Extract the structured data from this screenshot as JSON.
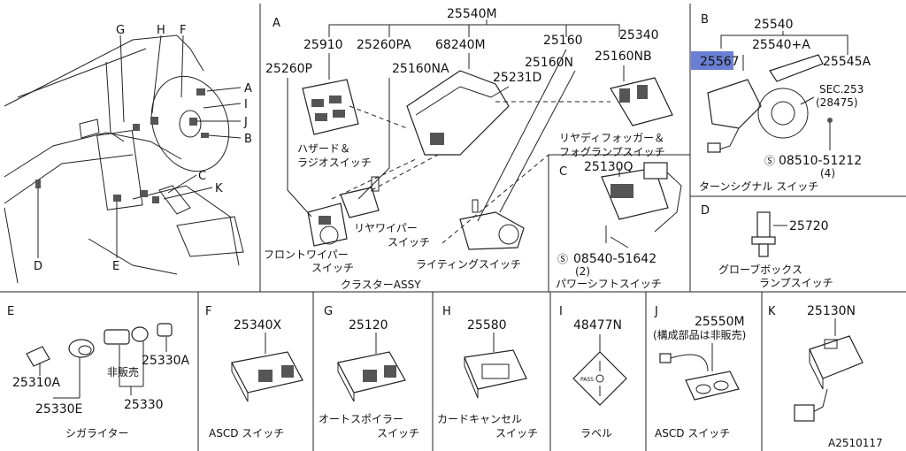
{
  "doc": {
    "drawing_id": "A2510117"
  },
  "overview": {
    "callouts": [
      "G",
      "H",
      "F",
      "A",
      "I",
      "J",
      "B",
      "C",
      "K",
      "D",
      "E"
    ]
  },
  "panel_a": {
    "letter": "A",
    "assy": "25540M",
    "parts": [
      "25910",
      "25260PA",
      "68240M",
      "25160",
      "25340",
      "25260P",
      "25160NA",
      "25231D",
      "25160N",
      "25160NB"
    ],
    "cap_hazard_1": "ハザード＆",
    "cap_hazard_2": "ラジオスイッチ",
    "cap_rear_wiper_1": "リヤワイパー",
    "cap_rear_wiper_2": "スイッチ",
    "cap_defogger_1": "リヤディフォッガー＆",
    "cap_defogger_2": "フォグランプスイッチ",
    "cap_front_wiper_1": "フロントワイパー",
    "cap_front_wiper_2": "スイッチ",
    "cap_lighting": "ライティングスイッチ",
    "cap_cluster": "クラスターASSY"
  },
  "panel_b": {
    "letter": "B",
    "parts": [
      "25540",
      "25540+A",
      "25567",
      "25545A"
    ],
    "sec_1": "SEC.253",
    "sec_2": "(28475)",
    "screw": "08510-51212",
    "screw_qty": "(4)",
    "caption": "ターンシグナル スイッチ"
  },
  "panel_c": {
    "letter": "C",
    "part": "25130Q",
    "screw": "08540-51642",
    "screw_qty": "(2)",
    "caption": "パワーシフトスイッチ"
  },
  "panel_d": {
    "letter": "D",
    "part": "25720",
    "caption_1": "グローブボックス",
    "caption_2": "ランプスイッチ"
  },
  "panel_e": {
    "letter": "E",
    "parts": [
      "25310A",
      "25330E",
      "25330A",
      "25330"
    ],
    "not_sold": "非販売",
    "caption": "シガライター"
  },
  "panel_f": {
    "letter": "F",
    "part": "25340X",
    "caption": "ASCD スイッチ"
  },
  "panel_g": {
    "letter": "G",
    "part": "25120",
    "caption_1": "オートスポイラー",
    "caption_2": "スイッチ"
  },
  "panel_h": {
    "letter": "H",
    "part": "25580",
    "caption_1": "カードキャンセル",
    "caption_2": "スイッチ"
  },
  "panel_i": {
    "letter": "I",
    "part": "48477N",
    "caption": "ラベル",
    "label_text": "PASS"
  },
  "panel_j": {
    "letter": "J",
    "part": "25550M",
    "note": "(構成部品は非販売)",
    "caption": "ASCD スイッチ"
  },
  "panel_k": {
    "letter": "K",
    "part": "25130N"
  },
  "colors": {
    "highlight": "#6a7fd3",
    "line": "#222222"
  }
}
